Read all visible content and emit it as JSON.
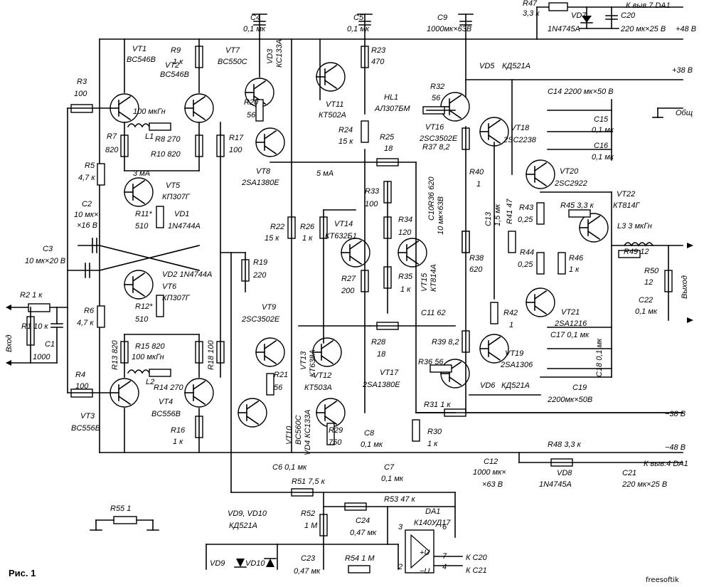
{
  "figure": {
    "caption": "Рис. 1",
    "watermark": "freesoftik"
  },
  "rails": {
    "plus48": "+48 В",
    "plus38": "+38 В",
    "minus38": "−38 В",
    "minus48": "−48 В",
    "common": "Общ",
    "to_da1_pin7": "К выв.7 DA1",
    "to_da1_pin4": "К выв.4 DA1"
  },
  "io": {
    "input": "Вход",
    "output": "Выход"
  },
  "labels": {
    "c4": "C4",
    "c4v": "0,1 мк",
    "c5": "C5",
    "c5v": "0,1 мк",
    "c9": "C9",
    "c9v": "1000мк×63В",
    "r47": "R47",
    "r47v": "3,3 к",
    "vd7": "VD7",
    "vd7v": "1N4745A",
    "c20": "C20",
    "c20v": "220 мк×25 В",
    "vt1": "VT1",
    "vt1v": "BC546B",
    "vt2": "VT2",
    "vt2v": "BC546B",
    "r9": "R9",
    "r9v": "1 к",
    "vt7": "VT7",
    "vt7v": "BC550C",
    "vd3": "VD3",
    "vd3v": "КС133А",
    "r23": "R23",
    "r23v": "470",
    "vd5": "VD5",
    "vd5v": "КД521А",
    "r3": "R3",
    "r3v": "100",
    "l1v": "100 мкГн",
    "l1": "L1",
    "r7": "R7",
    "r7v": "820",
    "r8": "R8 270",
    "r10": "R10 820",
    "r17": "R17",
    "r17v": "100",
    "r20": "R20",
    "r20v": "56",
    "vt11": "VT11",
    "vt11v": "КТ502А",
    "hl1": "HL1",
    "hl1v": "АЛ307БМ",
    "r32": "R32",
    "r32v": "56",
    "vt16": "VT16",
    "vt16v": "2SC3502E",
    "c14": "C14 2200 мк×50 В",
    "r24": "R24",
    "r24v": "15 к",
    "vt18": "VT18",
    "vt18v": "2SC2238",
    "c15": "C15",
    "c15v": "0,1 мк",
    "c16": "C16",
    "c16v": "0,1 мк",
    "r37": "R37 8,2",
    "r25": "R25",
    "r25v": "18",
    "vt8": "VT8",
    "vt8v": "2SA1380E",
    "r5": "R5",
    "r5v": "4,7 к",
    "i3ma": "3 мА",
    "i5ma": "5 мА",
    "vt5": "VT5",
    "vt5v": "КП307Г",
    "c2": "C2",
    "c2v1": "10 мк×",
    "c2v2": "×16 В",
    "r11": "R11*",
    "r11v": "510",
    "vd1": "VD1",
    "vd1v": "1N4744A",
    "r40": "R40",
    "r40v": "1",
    "vt20": "VT20",
    "vt20v": "2SC2922",
    "r33": "R33",
    "r33v": "100",
    "c10": "C10",
    "c10v": "10 мк×63В",
    "r36a": "R36 620",
    "c13": "C13",
    "c13v": "1,5 мк",
    "r41": "R41 47",
    "r43": "R43",
    "r43v": "0,25",
    "r45": "R45 3,3 к",
    "vt22": "VT22",
    "vt22v": "КТ814Г",
    "c3": "C3",
    "c3v": "10 мк×20 В",
    "r22": "R22",
    "r22v": "15 к",
    "r26": "R26",
    "r26v": "1 к",
    "vt14": "VT14",
    "vt14v": "КТ632Б1",
    "r34": "R34",
    "r34v": "120",
    "vt15": "VT15",
    "vt15v": "КТ814А",
    "l3": "L3 3 мкГн",
    "r19": "R19",
    "r19v": "220",
    "r49": "R49 12",
    "r44": "R44",
    "r44v": "0,25",
    "r46": "R46",
    "r46v": "1 к",
    "r38": "R38",
    "r38v": "620",
    "vd2": "VD2 1N4744A",
    "vt6": "VT6",
    "vt6v": "КП307Г",
    "r27": "R27",
    "r27v": "200",
    "r35": "R35",
    "r35v": "1 к",
    "r50": "R50",
    "r50v": "12",
    "r2": "R2 1 к",
    "r1": "R1 10 к",
    "r12": "R12*",
    "r12v": "510",
    "c22": "C22",
    "c22v": "0,1 мк",
    "c1": "C1",
    "c1v": "1000",
    "r6": "R6",
    "r6v": "4,7 к",
    "vt9": "VT9",
    "vt9v": "2SC3502E",
    "c11": "C11 62",
    "r42": "R42",
    "r42v": "1",
    "vt21": "VT21",
    "vt21v": "2SA1216",
    "c17": "C17 0,1 мк",
    "r15": "R15 820",
    "r13": "R13 820",
    "l2v": "100 мкГн",
    "l2": "L2",
    "r18": "R18 100",
    "vt13": "VT13",
    "vt13v": "КТ638А",
    "r28": "R28",
    "r28v": "18",
    "r39": "R39 8,2",
    "vt19": "VT19",
    "vt19v": "2SA1306",
    "c18": "C18 0,1 мк",
    "r36b": "R36 56",
    "r4": "R4",
    "r4v": "100",
    "r14": "R14 270",
    "r21": "R21",
    "r21v": "56",
    "vt12": "VT12",
    "vt12v": "КТ503А",
    "vt17": "VT17",
    "vt17v": "2SA1380E",
    "vd6": "VD6",
    "vd6v": "КД521А",
    "c19": "C19",
    "c19v": "2200мк×50В",
    "vt3": "VT3",
    "vt3v": "BC556B",
    "vt4": "VT4",
    "vt4v": "BC556B",
    "r16": "R16",
    "r16v": "1 к",
    "vt10": "VT10",
    "vt10v": "BC560C",
    "vd4": "VD4 КС133А",
    "r29": "R29",
    "r29v": "750",
    "c8": "C8",
    "c8v": "0,1 мк",
    "r30": "R30",
    "r30v": "1 к",
    "r31": "R31 1 к",
    "c6": "C6 0,1 мк",
    "c7": "C7",
    "c7v": "0,1 мк",
    "c12": "C12",
    "c12v1": "1000 мк×",
    "c12v2": "×63 В",
    "r48": "R48 3,3 к",
    "vd8": "VD8",
    "vd8v": "1N4745A",
    "c21": "C21",
    "c21v": "220 мк×25 В",
    "r51": "R51 7,5 к",
    "r53": "R53 47 к",
    "da1": "DA1",
    "da1v": "К140УД17",
    "r55": "R55 1",
    "vd910": "VD9, VD10",
    "vd910v": "КД521А",
    "r52": "R52",
    "r52v": "1 М",
    "c24": "C24",
    "c24v": "0,47 мк",
    "pin3": "3",
    "pin6": "6",
    "pin7": "7",
    "pin4": "4",
    "pin2": "2",
    "to_c20": "К C20",
    "to_c21": "К C21",
    "plus_u": "+U",
    "minus_u": "−U",
    "vd9": "VD9",
    "vd10": "VD10",
    "c23": "C23",
    "c23v": "0,47 мк",
    "r54": "R54 1 М"
  }
}
